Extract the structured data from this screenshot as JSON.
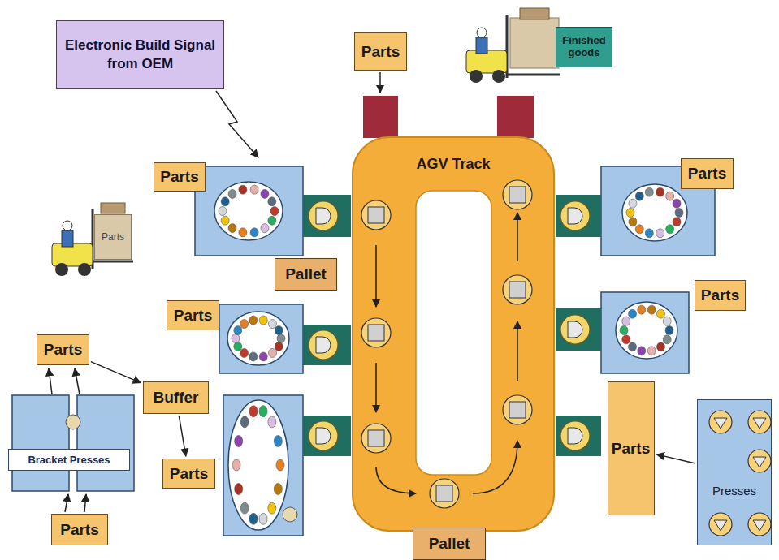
{
  "diagram": {
    "nodes": [
      {
        "text": [
          "Electronic Build Signal from OEM"
        ]
      },
      {
        "text": [
          "Parts"
        ]
      },
      {
        "text": [
          "Finished goods"
        ]
      },
      {
        "text": [
          "AGV Track"
        ]
      },
      {
        "text": [
          "Parts"
        ]
      },
      {
        "text": [
          "Parts"
        ]
      },
      {
        "text": [
          "Parts"
        ]
      },
      {
        "text": [
          "Pallet"
        ]
      },
      {
        "text": [
          "Parts"
        ]
      },
      {
        "text": [
          "Parts"
        ]
      },
      {
        "text": [
          "Parts"
        ]
      },
      {
        "text": [
          "Buffer"
        ]
      },
      {
        "text": [
          "Bracket Presses"
        ]
      },
      {
        "text": [
          "Parts"
        ]
      },
      {
        "text": [
          "Parts"
        ]
      },
      {
        "text": [
          "Presses"
        ]
      },
      {
        "text": [
          "Parts"
        ]
      },
      {
        "text": [
          "Pallet"
        ]
      }
    ],
    "edges": [
      {
        "from": 10,
        "to": 11,
        "arrow": "to"
      },
      {
        "from": 11,
        "to": 14,
        "arrow": "to"
      },
      {
        "from": 15,
        "to": 13,
        "arrow": "to"
      }
    ]
  }
}
